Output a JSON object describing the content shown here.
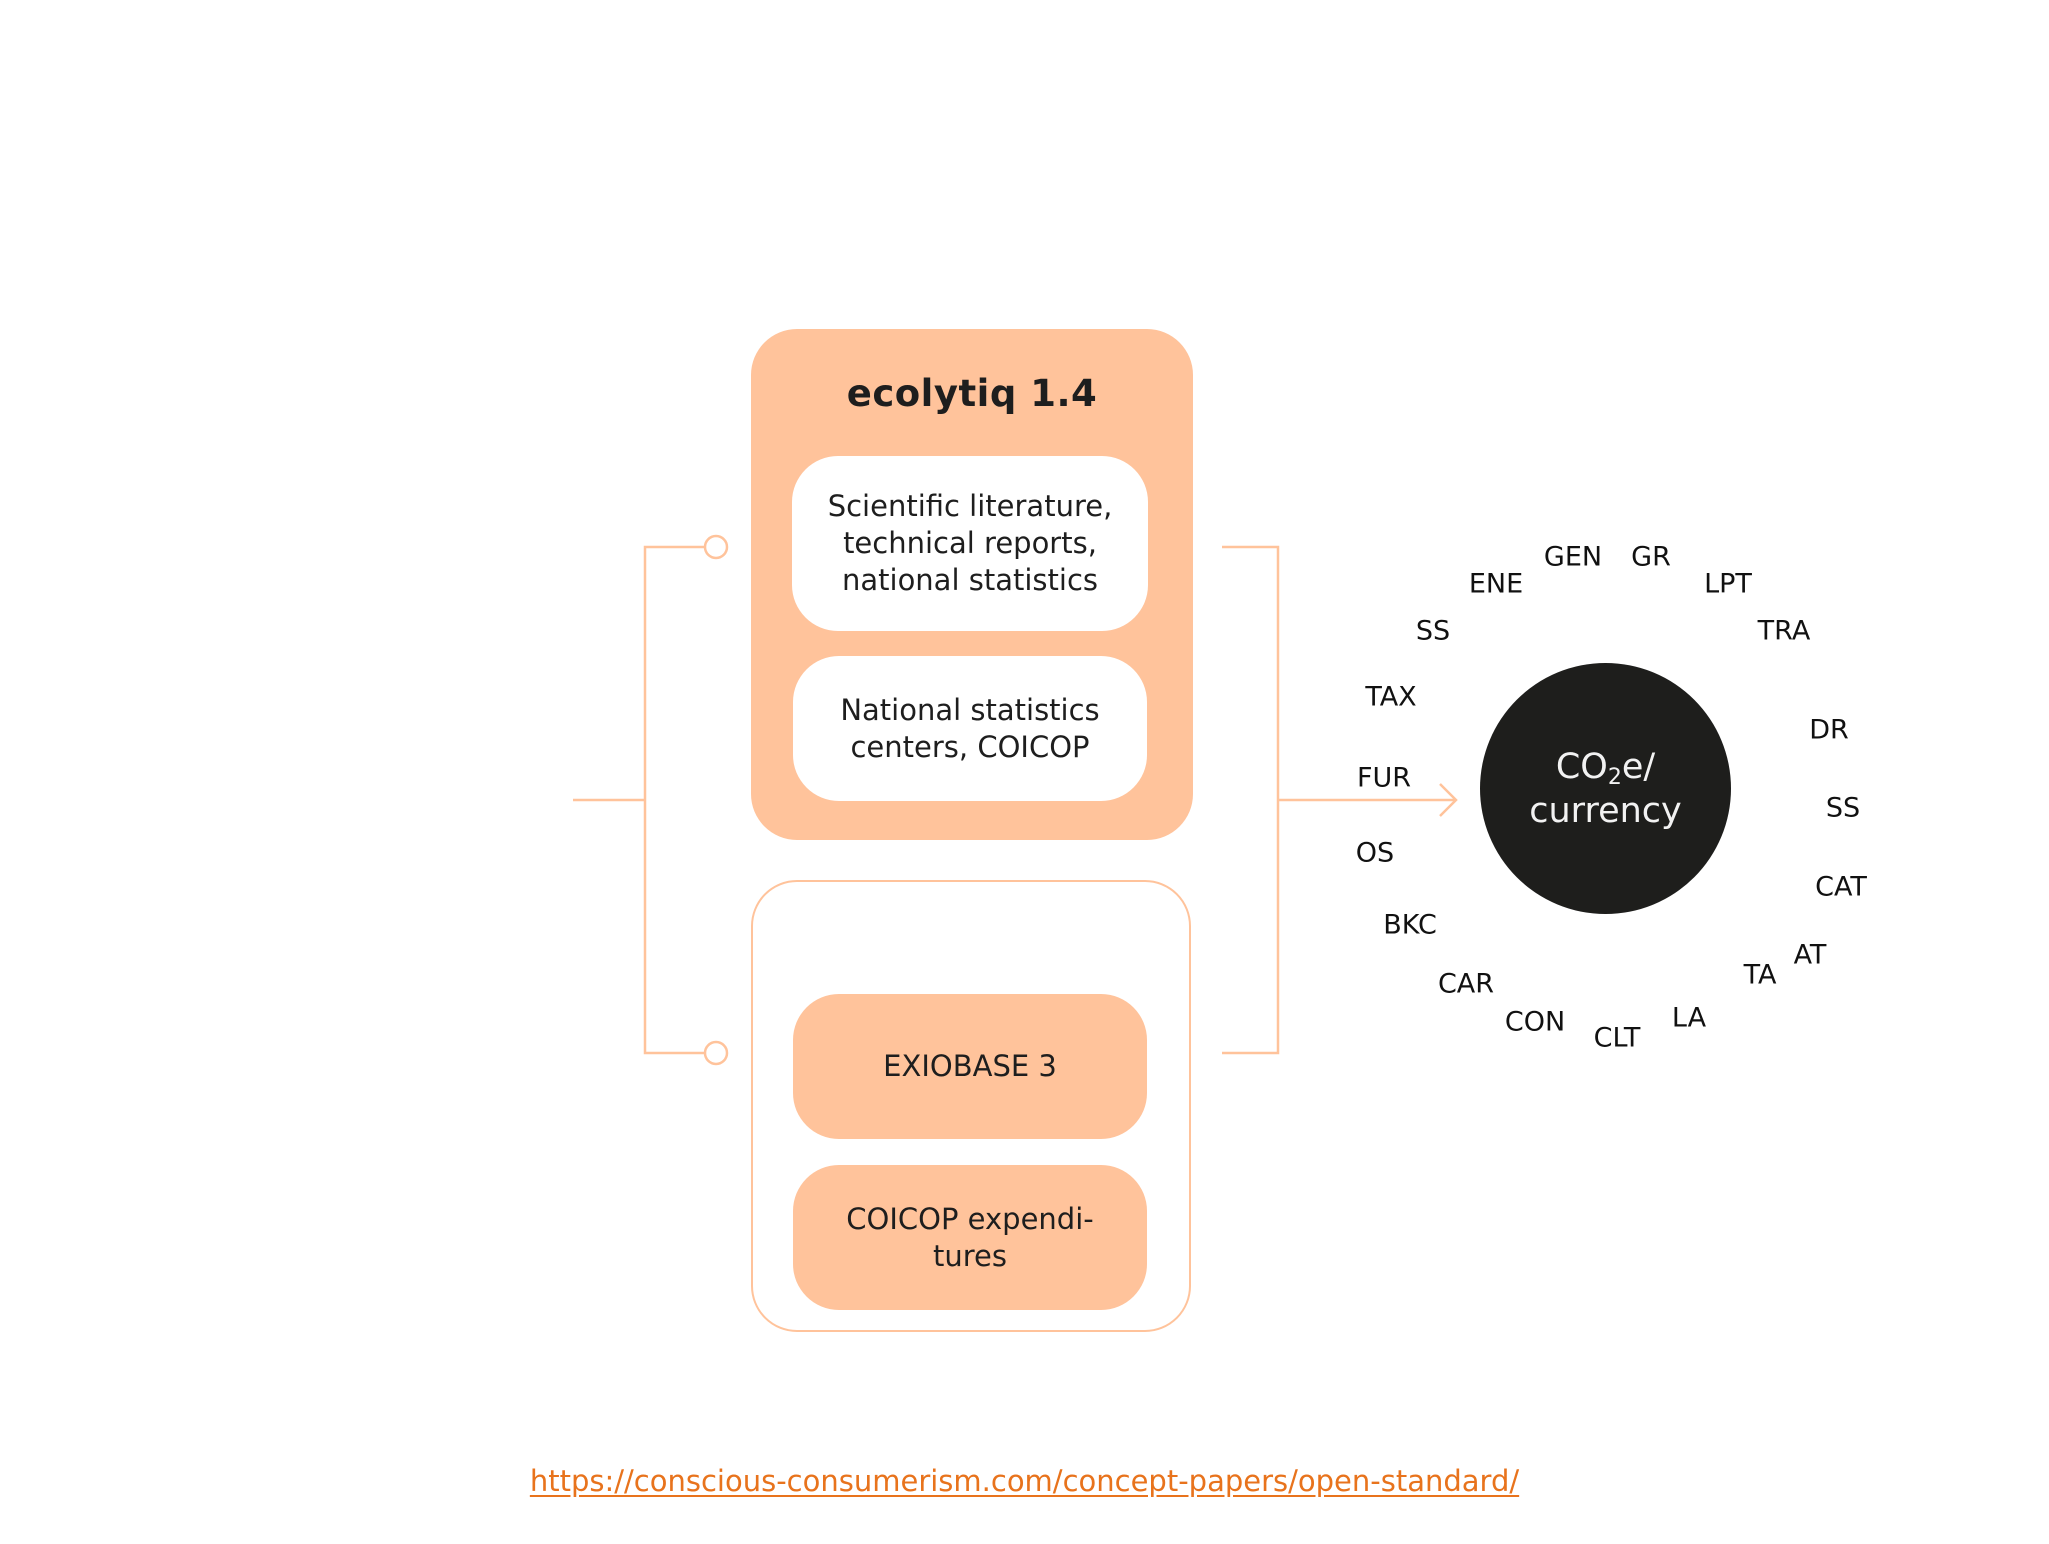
{
  "diagram": {
    "title": "ecolytiq  1.4",
    "top_sources": [
      "Scientific literature, technical reports, national statistics",
      "National statistics centers, COICOP"
    ],
    "bottom_sources": [
      "EXIOBASE 3",
      "COICOP expendi-tures"
    ],
    "output": {
      "line1_prefix": "CO",
      "line1_sub": "2",
      "line1_suffix": "e/",
      "line2": "currency"
    },
    "categories": [
      "GEN",
      "GR",
      "LPT",
      "TRA",
      "DR",
      "SS",
      "CAT",
      "AT",
      "TA",
      "LA",
      "CLT",
      "CON",
      "CAR",
      "BKC",
      "OS",
      "FUR",
      "TAX",
      "SS",
      "ENE"
    ],
    "colors": {
      "accent": "#ffc39b",
      "dark": "#1e1e1c",
      "link": "#e8731c"
    }
  },
  "footer": {
    "url": "https://conscious-consumerism.com/concept-papers/open-standard/"
  }
}
